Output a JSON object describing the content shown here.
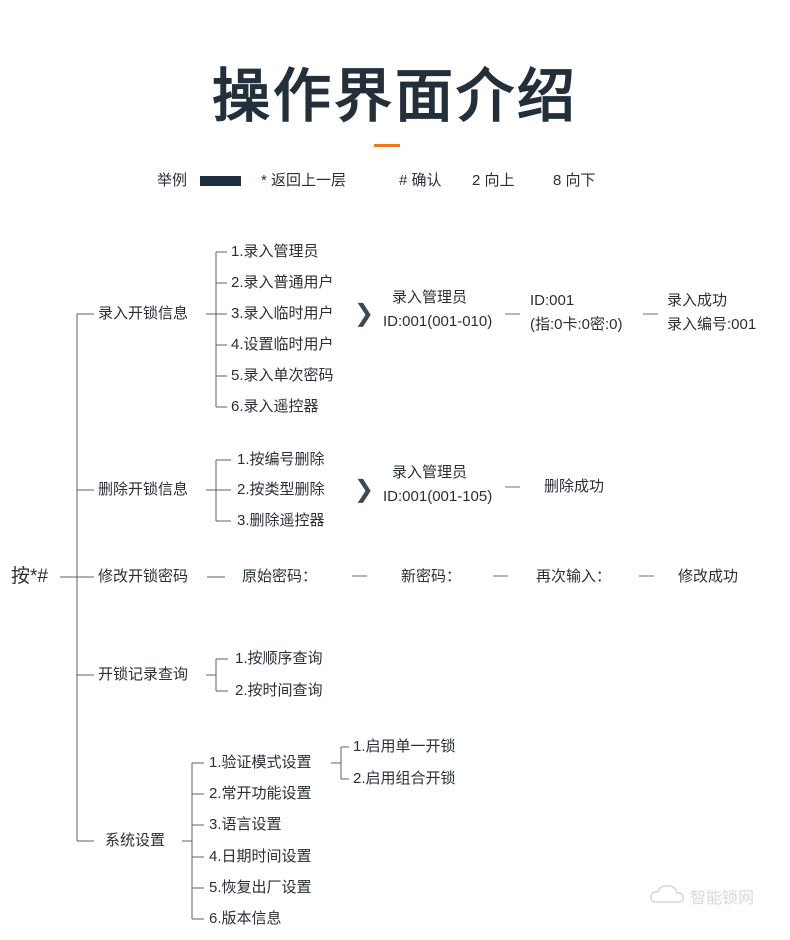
{
  "title": "操作界面介绍",
  "legend": {
    "example": "举例",
    "star": "* 返回上一层",
    "hash": "# 确认",
    "up": "2 向上",
    "down": "8 向下"
  },
  "root": "按*#",
  "menu": {
    "enroll": {
      "label": "录入开锁信息",
      "items": [
        "1.录入管理员",
        "2.录入普通用户",
        "3.录入临时用户",
        "4.设置临时用户",
        "5.录入单次密码",
        "6.录入遥控器"
      ],
      "step1": [
        "录入管理员",
        "ID:001(001-010)"
      ],
      "step2": [
        "ID:001",
        "(指:0卡:0密:0)"
      ],
      "step3": [
        "录入成功",
        "录入编号:001"
      ]
    },
    "delete": {
      "label": "删除开锁信息",
      "items": [
        "1.按编号删除",
        "2.按类型删除",
        "3.删除遥控器"
      ],
      "step1": [
        "录入管理员",
        "ID:001(001-105)"
      ],
      "step2": "删除成功"
    },
    "password": {
      "label": "修改开锁密码",
      "steps": [
        "原始密码：",
        "新密码：",
        "再次输入：",
        "修改成功"
      ]
    },
    "records": {
      "label": "开锁记录查询",
      "items": [
        "1.按顺序查询",
        "2.按时间查询"
      ]
    },
    "system": {
      "label": "系统设置",
      "items": [
        "1.验证模式设置",
        "2.常开功能设置",
        "3.语言设置",
        "4.日期时间设置",
        "5.恢复出厂设置",
        "6.版本信息"
      ],
      "sub": [
        "1.启用单一开锁",
        "2.启用组合开锁"
      ]
    }
  },
  "watermark": "智能锁网"
}
